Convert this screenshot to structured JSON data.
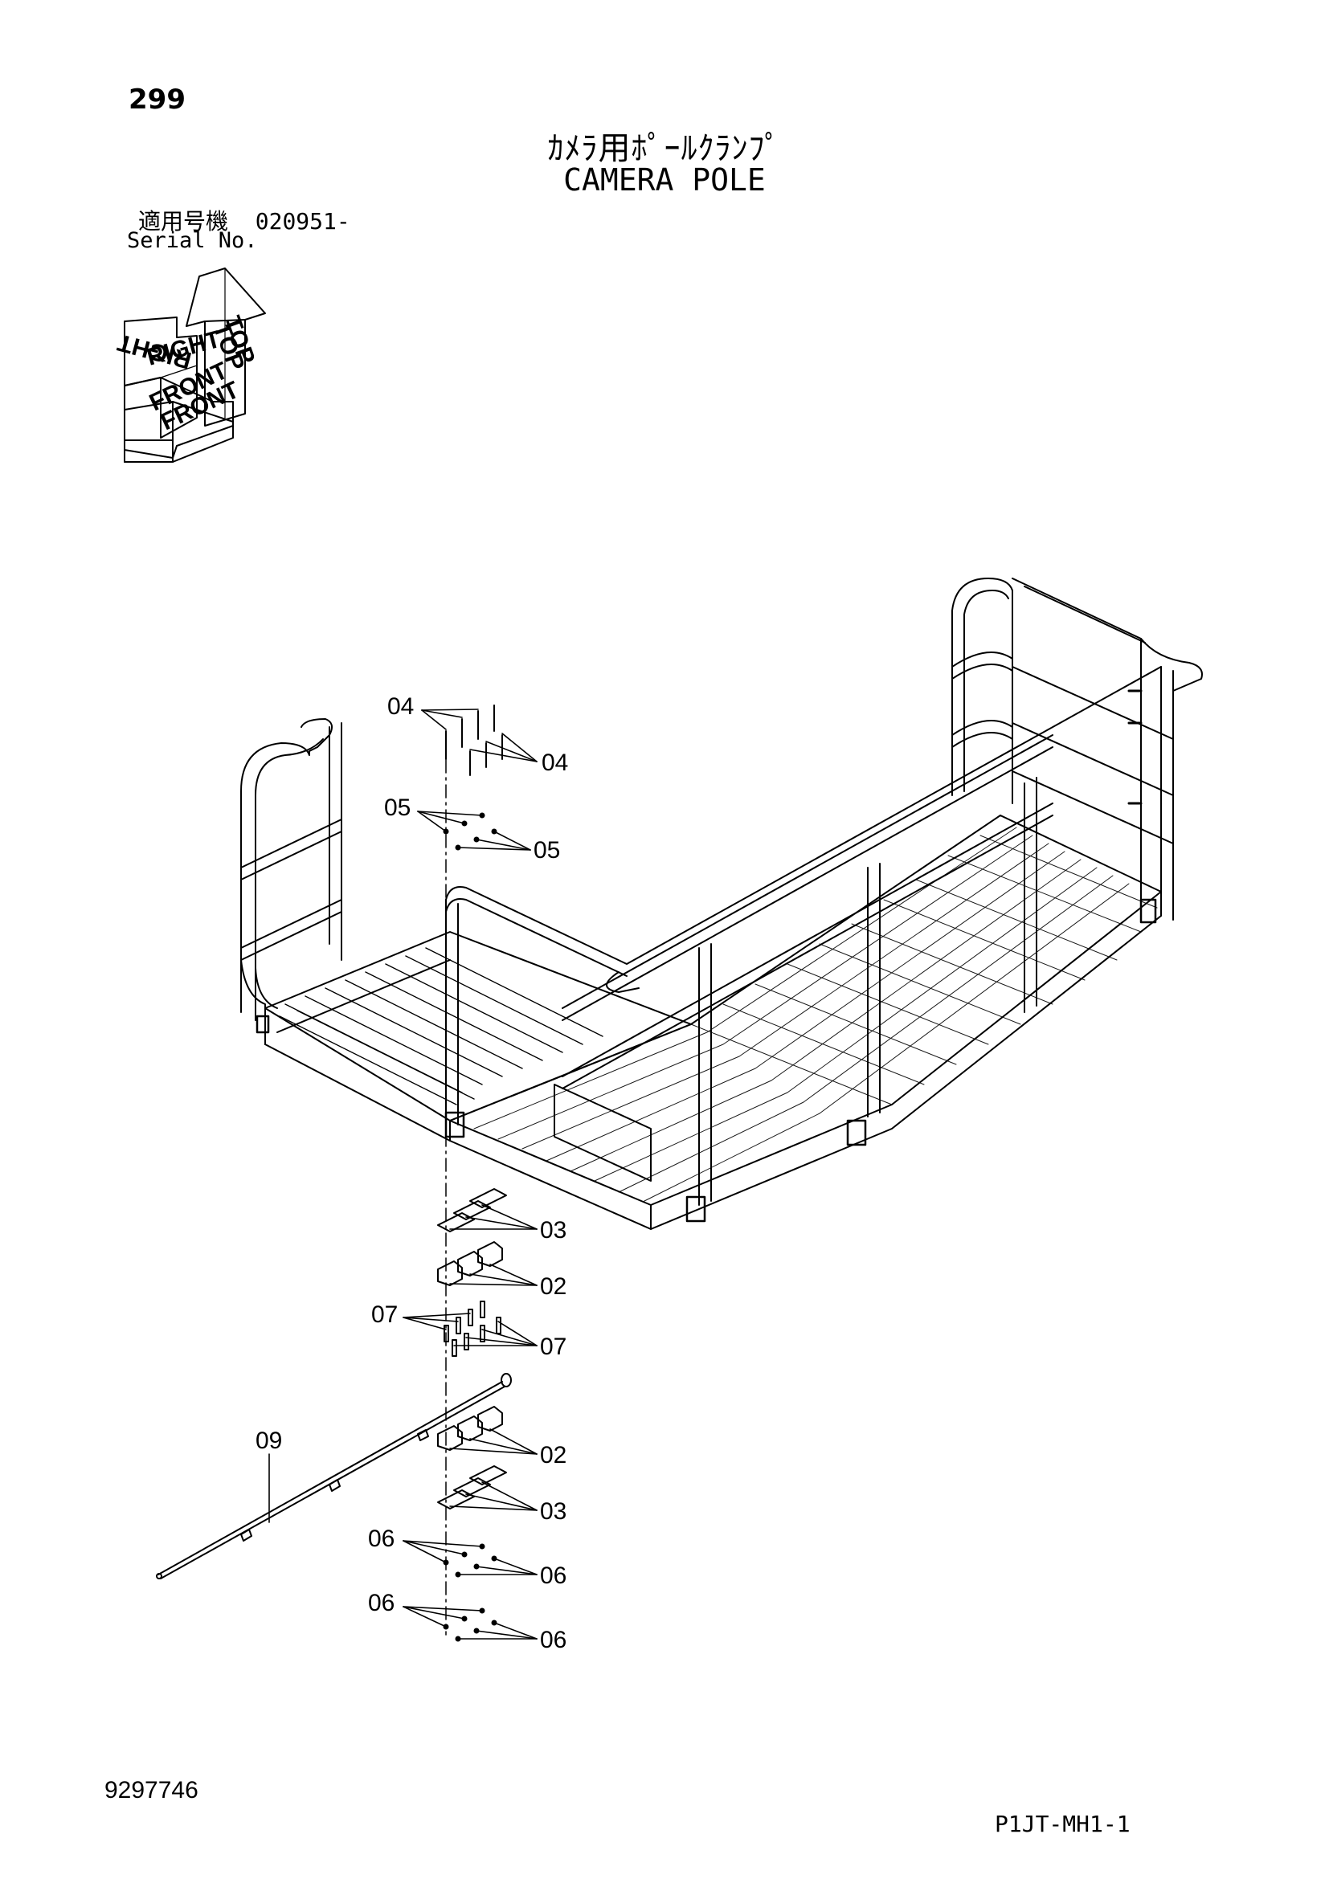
{
  "header": {
    "page_number": "299",
    "title_jp": "ｶﾒﾗ用ﾎﾟｰﾙｸﾗﾝﾌﾟ",
    "title_en": "CAMERA POLE"
  },
  "serial": {
    "label_jp": "適用号機",
    "value": "020951-",
    "label_en": "Serial No."
  },
  "orientation_key": {
    "labels": [
      "TOP",
      "TOP",
      "RIGHT",
      "RIGHT",
      "FRONT",
      "FRONT"
    ]
  },
  "callouts": [
    "04",
    "04",
    "05",
    "05",
    "03",
    "02",
    "07",
    "07",
    "09",
    "02",
    "03",
    "06",
    "06",
    "06",
    "06"
  ],
  "footer": {
    "drawing_number": "9297746",
    "sheet_code": "P1JT-MH1-1"
  },
  "colors": {
    "line": "#000000",
    "background": "#ffffff"
  }
}
